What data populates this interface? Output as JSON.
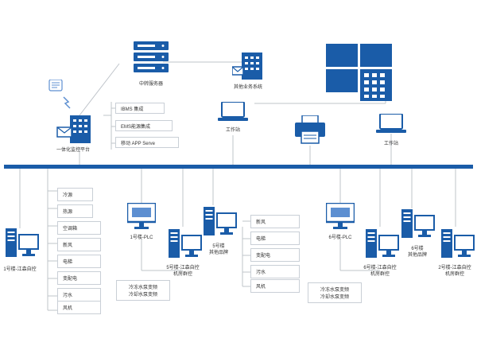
{
  "colors": {
    "primary_blue": "#1a5ca8",
    "light_blue": "#5d8fd1",
    "line_gray": "#bfc4ca",
    "text": "#333333"
  },
  "top": {
    "relay_server_label": "中转服务器",
    "other_systems_label": "其他业务系统",
    "integrated_platform_label": "一体化监控平台",
    "workstation_left_label": "工作站",
    "workstation_right_label": "工作站",
    "integration_items": [
      "IBMS 集成",
      "EMS能源集成",
      "移动 APP Serve"
    ]
  },
  "lower": {
    "node1_label": "1号楼-江森自控",
    "plc1_label": "1号楼-PLC",
    "node5_label_line1": "5号楼-江森自控",
    "node5_label_line2": "机房群控",
    "node5_other_line1": "5号楼",
    "node5_other_line2": "其他品牌",
    "plc6_label": "6号楼-PLC",
    "node6_label_line1": "6号楼-江森自控",
    "node6_label_line2": "机房群控",
    "node6_other_line1": "6号楼",
    "node6_other_line2": "其他品牌",
    "node2_label_line1": "2号楼-江森自控",
    "node2_label_line2": "机房群控",
    "left_list": [
      "冷源",
      "热源",
      "空调箱",
      "新风",
      "电梯",
      "变配电",
      "污水",
      "风机"
    ],
    "mid_list": [
      "新风",
      "电梯",
      "变配电",
      "污水",
      "风机"
    ],
    "plc1_note_line1": "冷冻水泵变频",
    "plc1_note_line2": "冷却水泵变频",
    "plc6_note_line1": "冷冻水泵变频",
    "plc6_note_line2": "冷却水泵变频"
  },
  "icons": [
    "server-icon",
    "building-icon",
    "tablet-icon",
    "workstation-icon",
    "printer-icon",
    "video-wall-icon",
    "tower-pc-icon",
    "monitor-icon"
  ]
}
